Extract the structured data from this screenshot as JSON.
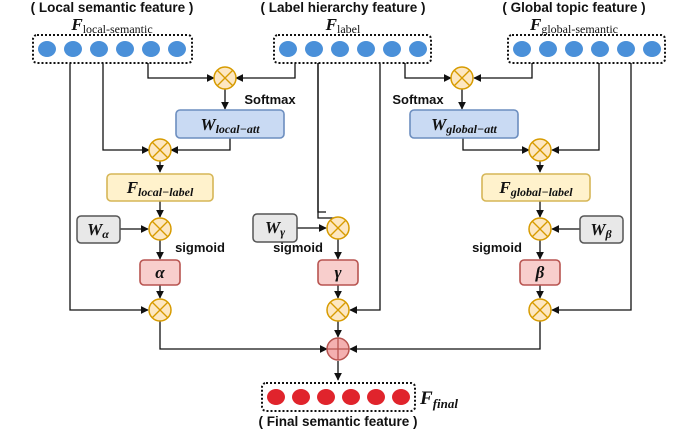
{
  "captions": {
    "local": "( Local semantic feature )",
    "label": "( Label hierarchy feature )",
    "global": "( Global topic feature )",
    "final": "( Final semantic feature )"
  },
  "features": {
    "local": {
      "symbol": "F",
      "sub": "local-semantic"
    },
    "label": {
      "symbol": "F",
      "sub": "label"
    },
    "global": {
      "symbol": "F",
      "sub": "global-semantic"
    },
    "final": {
      "symbol": "F",
      "sub": "final"
    }
  },
  "boxes": {
    "w_local_att": {
      "symbol": "W",
      "sub": "local−att"
    },
    "w_global_att": {
      "symbol": "W",
      "sub": "global−att"
    },
    "f_local_label": {
      "symbol": "F",
      "sub": "local−label"
    },
    "f_global_label": {
      "symbol": "F",
      "sub": "global−label"
    },
    "w_alpha": {
      "symbol": "W",
      "sub": "α"
    },
    "w_gamma": {
      "symbol": "W",
      "sub": "γ"
    },
    "w_beta": {
      "symbol": "W",
      "sub": "β"
    },
    "alpha": "α",
    "gamma": "γ",
    "beta": "β"
  },
  "ops": {
    "softmax": "Softmax",
    "sigmoid": "sigmoid"
  },
  "colors": {
    "blue_dot": "#4a90d9",
    "red_dot": "#e0242c",
    "att_fill": "#c9daf3",
    "att_stroke": "#6c8ebf",
    "label_fill": "#fff2cc",
    "label_stroke": "#d6b656",
    "w_fill": "#e8e8e8",
    "w_stroke": "#555555",
    "act_fill": "#f8cecc",
    "act_stroke": "#b85450",
    "mult_fill": "#fde7c2",
    "mult_stroke": "#d79b00",
    "add_fill": "#f4b0b0",
    "add_stroke": "#b85450"
  }
}
